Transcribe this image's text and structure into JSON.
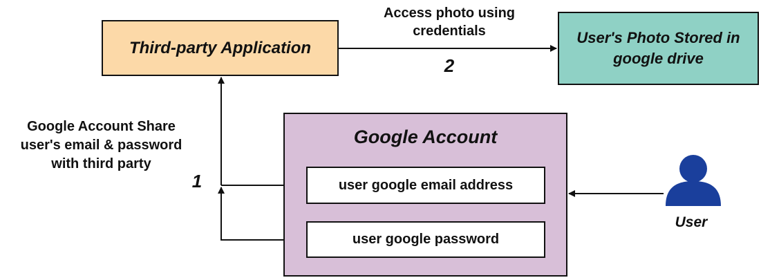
{
  "nodes": {
    "third_party": "Third-party Application",
    "photo_stored": [
      "User's Photo Stored in",
      "google drive"
    ],
    "google_account": "Google Account",
    "email_field": "user google email address",
    "password_field": "user google password"
  },
  "labels": {
    "access": [
      "Access photo using",
      "credentials"
    ],
    "step_2": "2",
    "share": [
      "Google Account Share",
      "user's email & password",
      "with third party"
    ],
    "step_1": "1",
    "user": "User"
  },
  "colors": {
    "third_party_fill": "#fcd9a8",
    "photo_fill": "#8fd1c5",
    "google_account_fill": "#d8bfd8",
    "user_icon": "#1a3f9c"
  },
  "icons": {
    "user": "person-icon"
  }
}
